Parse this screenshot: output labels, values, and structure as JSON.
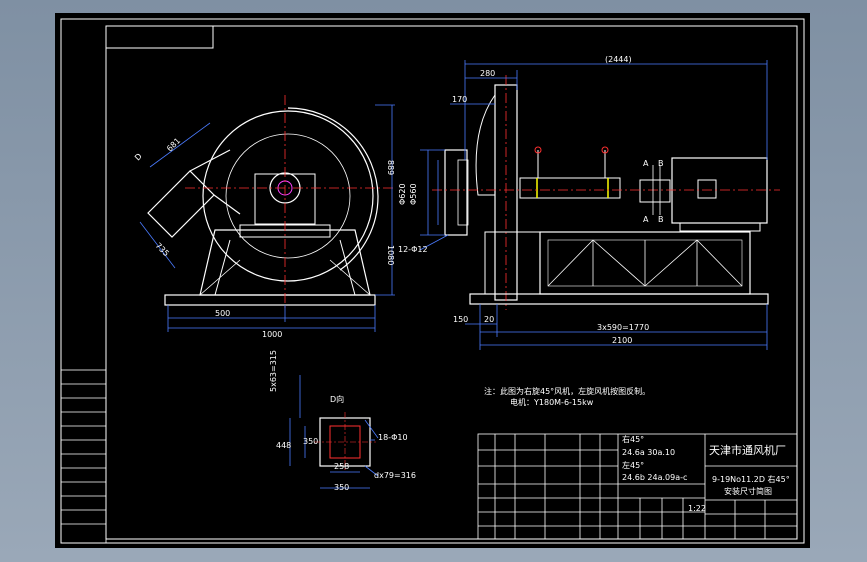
{
  "colors": {
    "background": "#000000",
    "outline": "#ffffff",
    "dimension": "#4a7bff",
    "center_line": "#ff3030",
    "accent_cyan": "#00e5e5",
    "accent_yellow": "#ffff00",
    "accent_magenta": "#ff40ff",
    "accent_green": "#40ff40",
    "frame_bg": "#8a9aab"
  },
  "front_view": {
    "duct_label": "D",
    "dim_diag": "681",
    "dim_duct": "735",
    "dim_height_top": "889",
    "dim_height_total": "1080",
    "dim_base_half": "500",
    "dim_base_total": "1000"
  },
  "side_view": {
    "dim_top_total": "(2444)",
    "dim_top_280": "280",
    "dim_170": "170",
    "dim_620": "Φ620",
    "dim_560": "Φ560",
    "dim_holes": "12-Φ12",
    "section_a_top": "A",
    "section_b_top": "B",
    "section_a_bottom": "A",
    "section_b_bottom": "B",
    "dim_150": "150",
    "dim_20": "20",
    "dim_span": "3x590=1770",
    "dim_total_2100": "2100"
  },
  "detail_d": {
    "title": "D向",
    "dim_vertical_top": "5x63=315",
    "dim_448": "448",
    "dim_350_v": "350",
    "dim_258": "258",
    "dim_350_h": "350",
    "holes": "18-Φ10",
    "dim_bolt": "dx79=316"
  },
  "notes": {
    "line1": "注：此图为右旋45°风机，左旋风机按图反制。",
    "line2": "电机：Y180M-6-15kw"
  },
  "title_block": {
    "company": "天津市通风机厂",
    "drawing_name_1": "9-19No11.2D 右45°",
    "drawing_name_2": "安装尺寸简图",
    "spec_right_1": "右45°",
    "spec_right_2": "24.6a  30a.10",
    "spec_left_1": "左45°",
    "spec_left_2": "24.6b  24a.09a-c",
    "scale": "1:22"
  }
}
